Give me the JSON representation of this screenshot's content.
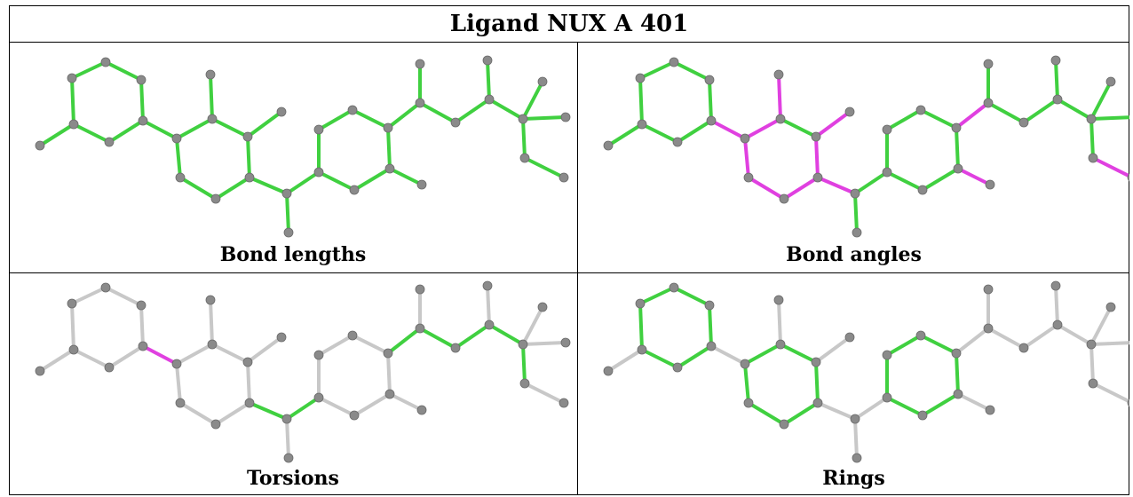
{
  "title": "Ligand NUX A 401",
  "colors": {
    "highlight_green": "#40d040",
    "highlight_magenta": "#e040e0",
    "plain_bond": "#c8c8c8",
    "atom": "#8a8a8a"
  },
  "panels": [
    {
      "caption": "Bond lengths",
      "highlight": "all-green"
    },
    {
      "caption": "Bond angles",
      "highlight": "green-with-magenta"
    },
    {
      "caption": "Torsions",
      "highlight": "torsion-paths"
    },
    {
      "caption": "Rings",
      "highlight": "rings-only"
    }
  ]
}
